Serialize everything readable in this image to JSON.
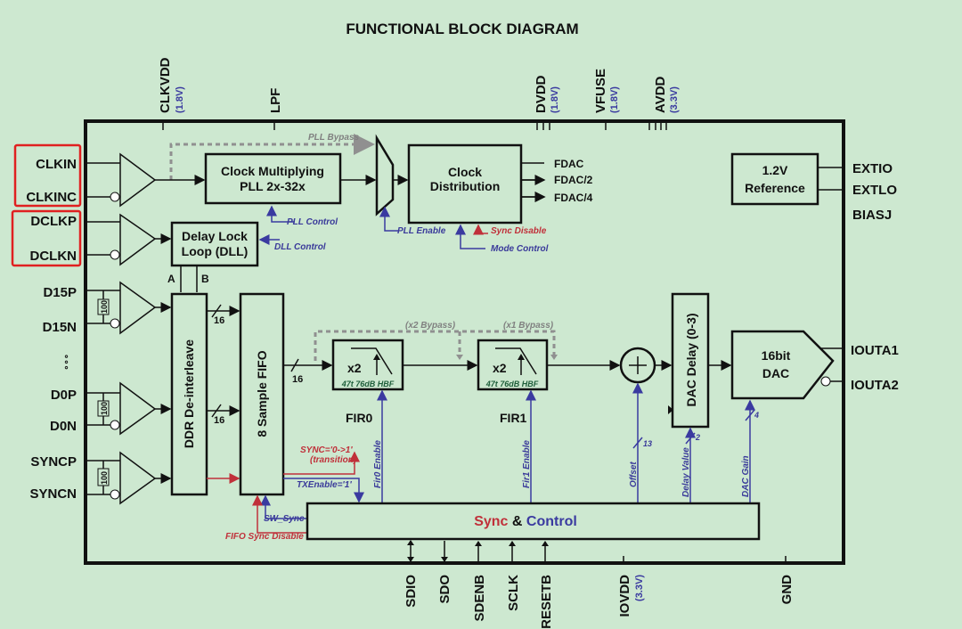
{
  "title": "FUNCTIONAL BLOCK DIAGRAM",
  "top_pins": [
    {
      "name": "CLKVDD",
      "voltage": "(1.8V)"
    },
    {
      "name": "LPF"
    },
    {
      "name": "DVDD",
      "voltage": "(1.8V)"
    },
    {
      "name": "VFUSE",
      "voltage": "(1.8V)"
    },
    {
      "name": "AVDD",
      "voltage": "(3.3V)"
    }
  ],
  "left_pins": [
    "CLKIN",
    "CLKINC",
    "DCLKP",
    "DCLKN",
    "D15P",
    "D15N",
    "D0P",
    "D0N",
    "SYNCP",
    "SYNCN"
  ],
  "ellipsis": "∘∘∘",
  "right_pins": [
    "EXTIO",
    "EXTLO",
    "BIASJ",
    "IOUTA1",
    "IOUTA2"
  ],
  "bottom_pins": [
    {
      "name": "SDIO"
    },
    {
      "name": "SDO"
    },
    {
      "name": "SDENB"
    },
    {
      "name": "SCLK"
    },
    {
      "name": "RESETB"
    },
    {
      "name": "IOVDD",
      "voltage": "(3.3V)"
    },
    {
      "name": "GND"
    }
  ],
  "blocks": {
    "pll": [
      "Clock Multiplying",
      "PLL 2x-32x"
    ],
    "clock_dist": [
      "Clock",
      "Distribution"
    ],
    "dll": [
      "Delay Lock",
      "Loop (DLL)"
    ],
    "ddr": "DDR De-interleave",
    "fifo": "8 Sample FIFO",
    "fir0": {
      "label": "FIR0",
      "gain": "x2",
      "spec": "47t 76dB HBF"
    },
    "fir1": {
      "label": "FIR1",
      "gain": "x2",
      "spec": "47t 76dB HBF"
    },
    "dac_delay": "DAC Delay (0-3)",
    "dac": [
      "16bit",
      "DAC"
    ],
    "reference": [
      "1.2V",
      "Reference"
    ],
    "sync_control": {
      "sync": "Sync",
      "amp": " & ",
      "control": "Control"
    },
    "resistor": "100"
  },
  "clock_outputs": [
    "FDAC",
    "FDAC/2",
    "FDAC/4"
  ],
  "signals": {
    "pll_bypass": "PLL Bypass",
    "pll_control": "PLL Control",
    "dll_control": "DLL Control",
    "pll_enable": "PLL Enable",
    "sync_disable": "Sync Disable",
    "mode_control": "Mode Control",
    "x2_bypass": "(x2 Bypass)",
    "x1_bypass": "(x1 Bypass)",
    "sync_transition": [
      "SYNC='0->1'",
      "(transition)"
    ],
    "txenable": "TXEnable='1'",
    "sw_sync": "SW_Sync",
    "fifo_sync_disable": "FIFO Sync Disable",
    "fir0_enable": "Fir0 Enable",
    "fir1_enable": "Fir1 Enable",
    "offset": "Offset",
    "delay_value": "Delay Value",
    "dac_gain": "DAC Gain",
    "dll_a": "A",
    "dll_b": "B"
  },
  "bus_widths": {
    "ddr_top": "16",
    "ddr_bottom": "16",
    "fifo_out": "16",
    "offset": "13",
    "delay": "2",
    "gain": "4"
  },
  "colors": {
    "background": "#cde8d0",
    "control_blue": "#3a3aa0",
    "sync_red": "#c0303a",
    "bypass_gray": "#909090",
    "highlight": "#e02020"
  }
}
